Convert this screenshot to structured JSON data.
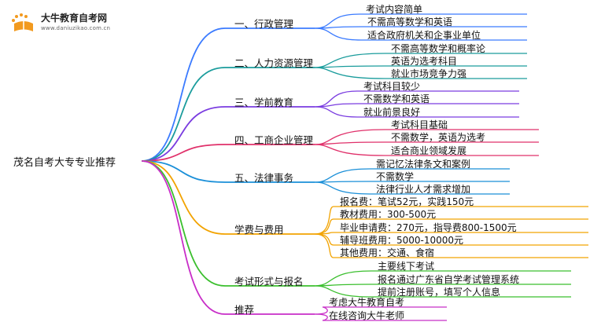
{
  "logo": {
    "title": "大牛教育自考网",
    "url": "www.daniuzikao.com.cn"
  },
  "root": "茂名自考大专专业推荐",
  "colors": {
    "branch_0": "#3b7bff",
    "branch_1": "#1a9c9c",
    "branch_2": "#7a3ce0",
    "branch_3": "#e0306a",
    "branch_4": "#1a8fd8",
    "branch_5": "#f2a300",
    "branch_6": "#3bbf2e",
    "branch_7": "#c82ec8"
  },
  "branches": [
    {
      "label": "一、行政管理",
      "items": [
        "考试内容简单",
        "不需高等数学和英语",
        "适合政府机关和企事业单位"
      ]
    },
    {
      "label": "二、人力资源管理",
      "items": [
        "不需高等数学和概率论",
        "英语为选考科目",
        "就业市场竞争力强"
      ]
    },
    {
      "label": "三、学前教育",
      "items": [
        "考试科目较少",
        "不需数学和英语",
        "就业前景良好"
      ]
    },
    {
      "label": "四、工商企业管理",
      "items": [
        "考试科目基础",
        "不需数学，英语为选考",
        "适合商业领域发展"
      ]
    },
    {
      "label": "五、法律事务",
      "items": [
        "需记忆法律条文和案例",
        "不需数学",
        "法律行业人才需求增加"
      ]
    },
    {
      "label": "学费与费用",
      "items": [
        "报名费：笔试52元，实践150元",
        "教材费用：300-500元",
        "毕业申请费：270元，指导费800-1500元",
        "辅导班费用：5000-10000元",
        "其他费用：交通、食宿"
      ]
    },
    {
      "label": "考试形式与报名",
      "items": [
        "主要线下考试",
        "报名通过广东省自学考试管理系统",
        "提前注册账号，填写个人信息"
      ]
    },
    {
      "label": "推荐",
      "items": [
        "考虑大牛教育自考",
        "在线咨询大牛老师"
      ]
    }
  ]
}
